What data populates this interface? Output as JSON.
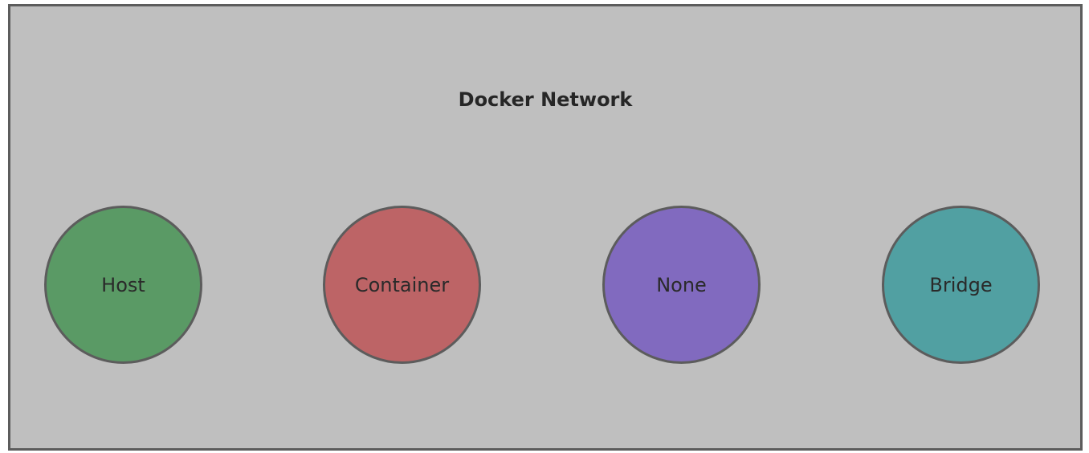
{
  "diagram": {
    "title": "Docker Network",
    "frame_color": "#bfbfbf",
    "border_color": "#5c5c5c",
    "nodes": [
      {
        "label": "Host",
        "color": "#5a9a65"
      },
      {
        "label": "Container",
        "color": "#bd6466"
      },
      {
        "label": "None",
        "color": "#816abf"
      },
      {
        "label": "Bridge",
        "color": "#51a0a2"
      }
    ]
  }
}
